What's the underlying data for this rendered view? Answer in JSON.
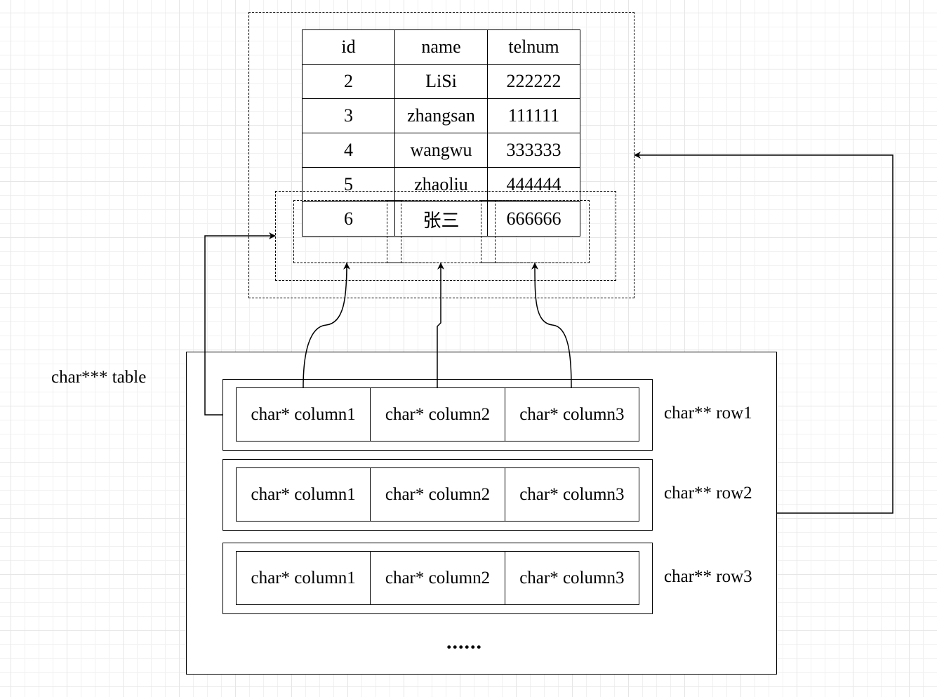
{
  "db_table": {
    "headers": [
      "id",
      "name",
      "telnum"
    ],
    "rows": [
      [
        "2",
        "LiSi",
        "222222"
      ],
      [
        "3",
        "zhangsan",
        "111111"
      ],
      [
        "4",
        "wangwu",
        "333333"
      ],
      [
        "5",
        "zhaoliu",
        "444444"
      ],
      [
        "6",
        "张三",
        "666666"
      ]
    ]
  },
  "structure": {
    "table_label": "char*** table",
    "rows": [
      {
        "label": "char** row1",
        "columns": [
          "char* column1",
          "char* column2",
          "char* column3"
        ]
      },
      {
        "label": "char** row2",
        "columns": [
          "char* column1",
          "char* column2",
          "char* column3"
        ]
      },
      {
        "label": "char** row3",
        "columns": [
          "char* column1",
          "char* column2",
          "char* column3"
        ]
      }
    ],
    "ellipsis": "......"
  }
}
